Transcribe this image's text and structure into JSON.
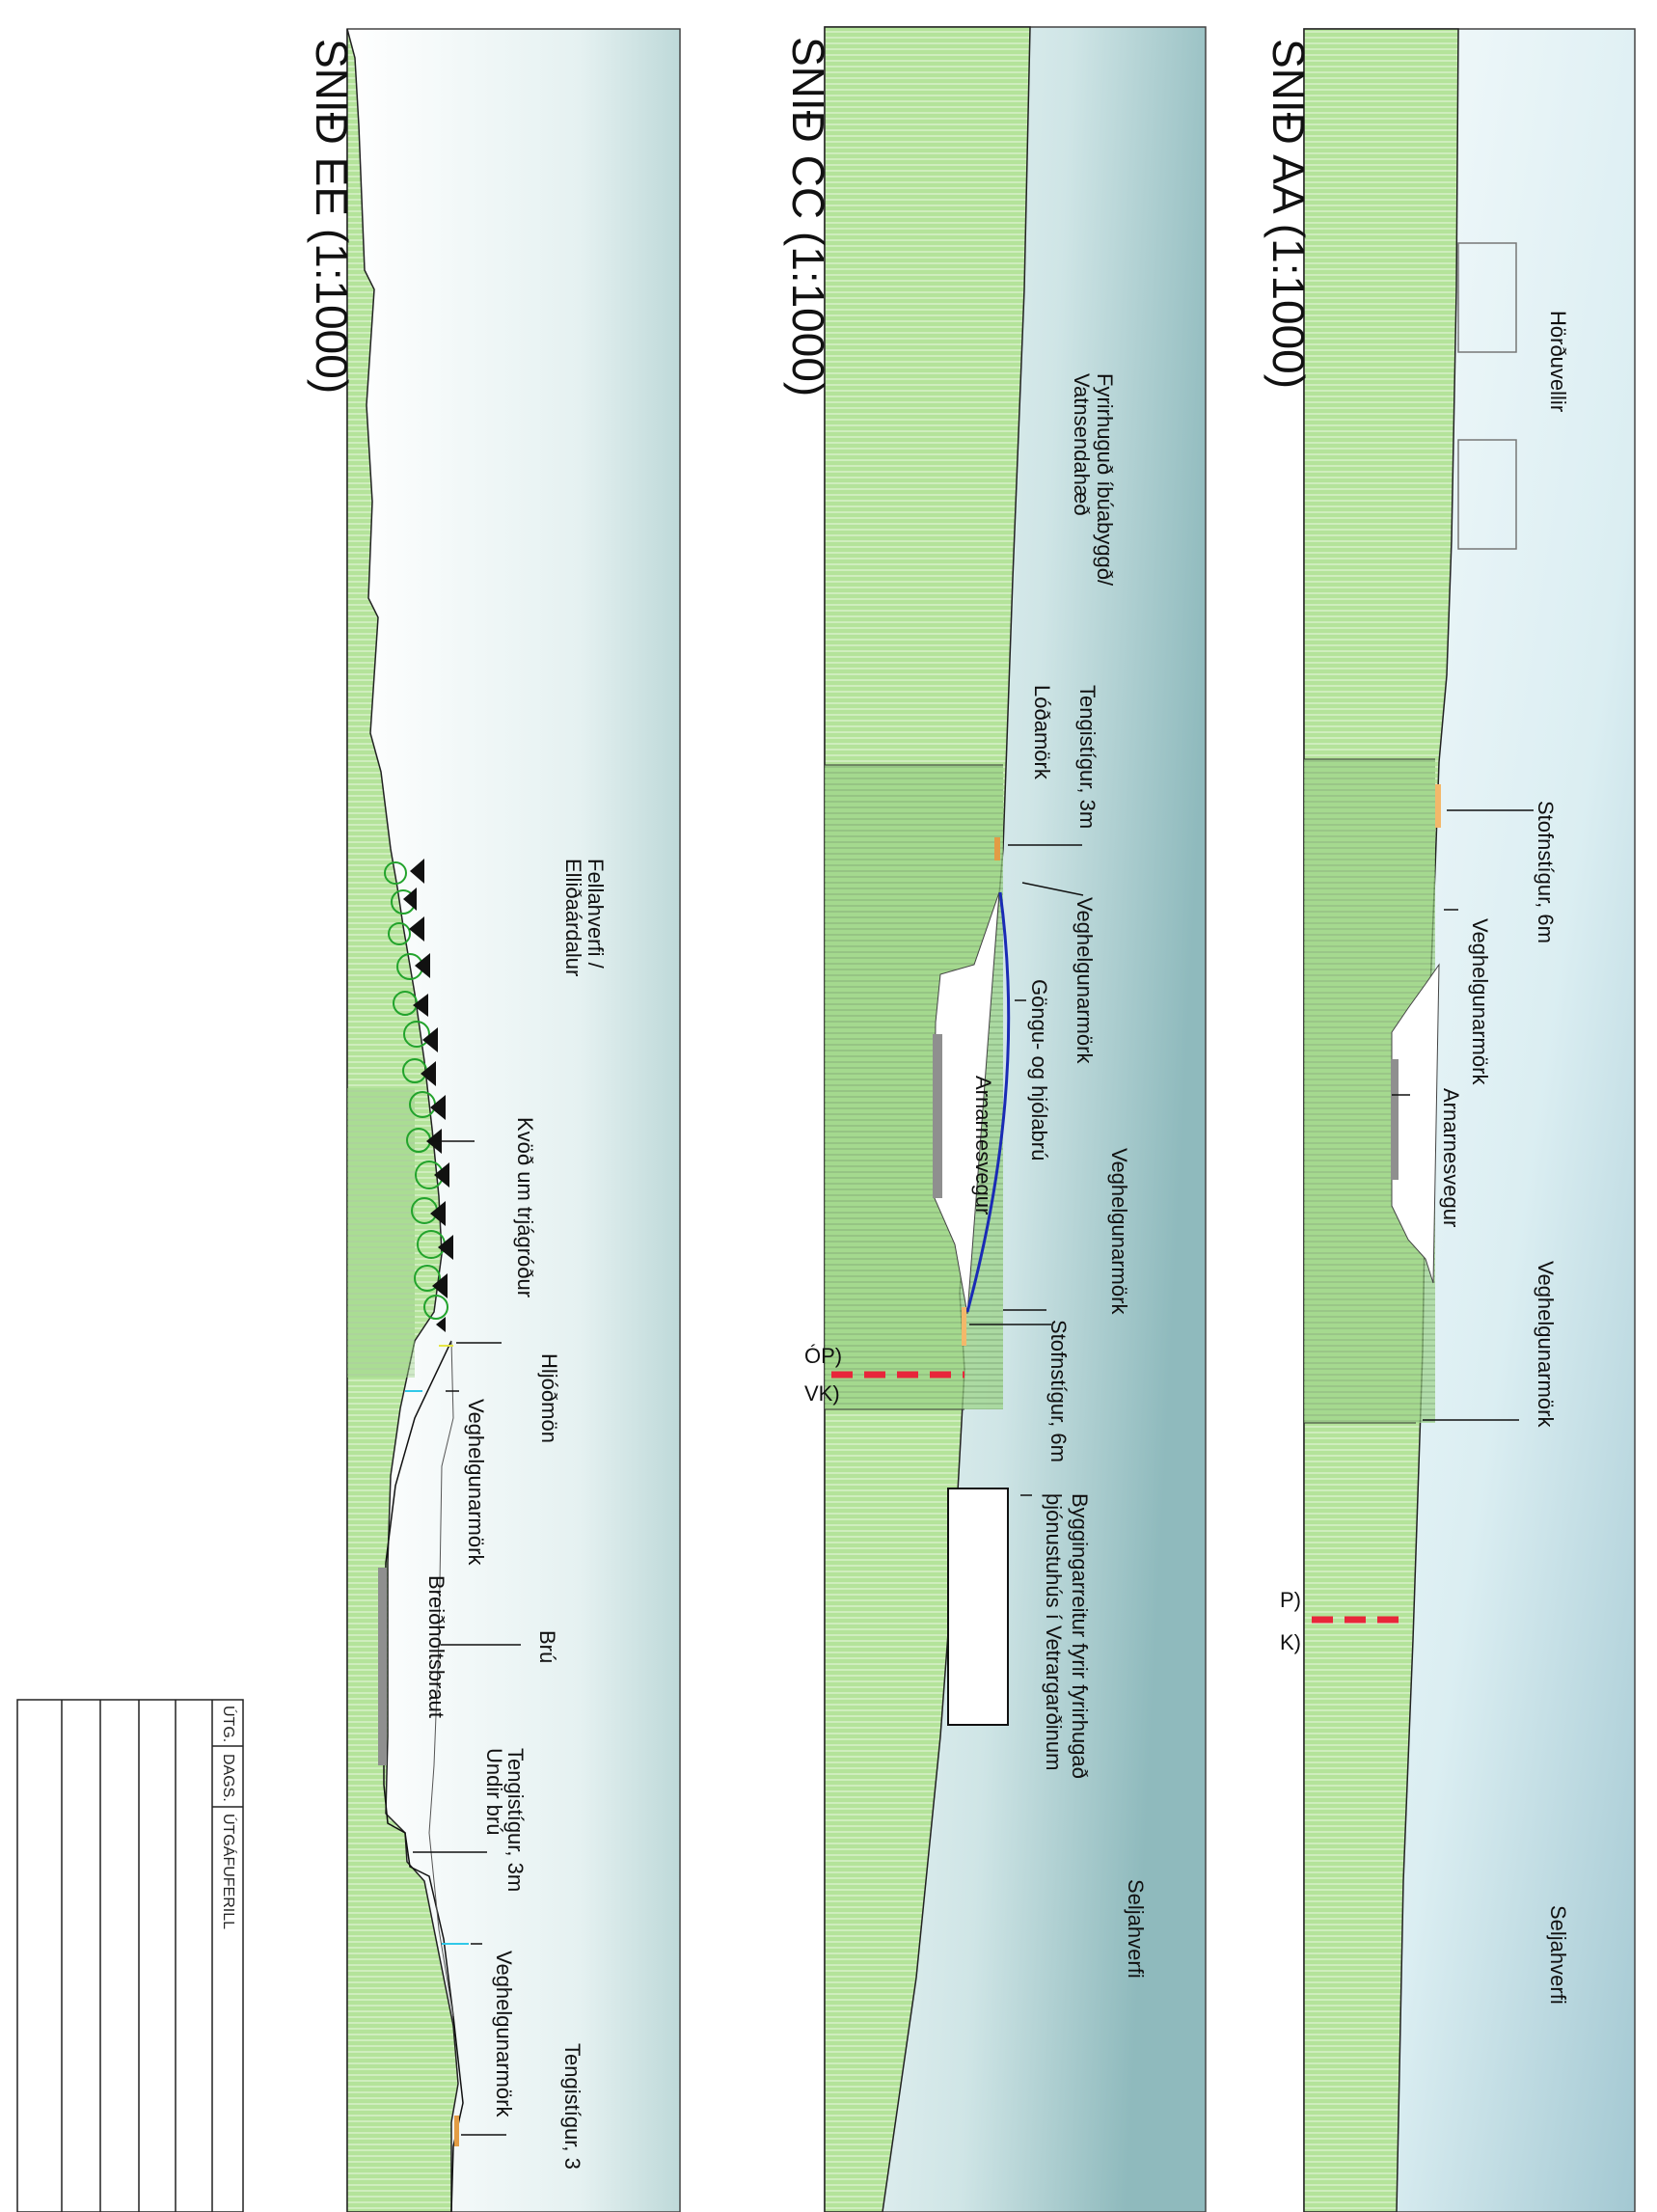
{
  "sections": [
    {
      "id": "aa",
      "title": "SNIÐ  AA  (1:1000)",
      "labels": {
        "hordavellir": "Hörðuvellir",
        "stofnstigur": "Stofnstígur, 6m",
        "veghelgun1": "Veghelgunarmörk",
        "arnarnesvegur": "Arnarnesvegur",
        "veghelgun2": "Veghelgunarmörk",
        "seljahverfi": "Seljahverfi",
        "p": "P)",
        "k": "K)"
      }
    },
    {
      "id": "cc",
      "title": "SNIÐ  CC  (1:1000)",
      "labels": {
        "fyrirhugud1": "Fyrirhuguð íbúabyggð/",
        "fyrirhugud2": "Vatnsendahæð",
        "tengistigur": "Tengistígur, 3m",
        "lodamork": "Lóðamörk",
        "veghelgun1": "Veghelgunarmörk",
        "gongubru": "Göngu- og hjólabrú",
        "arnarnesvegur": "Arnarnesvegur",
        "veghelgun2": "Veghelgunarmörk",
        "stofnstigur": "Stofnstígur, 6m",
        "op": "ÓP)",
        "vk": "VK)",
        "byggingarreitur1": "Byggingarreitur fyrir fyrirhugað",
        "byggingarreitur2": "þjónustuhús í Vetrargarðinum",
        "seljahverfi": "Seljahverfi"
      }
    },
    {
      "id": "ee",
      "title": "SNIÐ EE  (1:1000)",
      "labels": {
        "fellahverfi1": "Fellahverfi /",
        "fellahverfi2": "Elliðaárdalur",
        "kvod": "Kvöð um trjágróður",
        "hljodmon": "Hljóðmön",
        "veghelgun1": "Veghelgunarmörk",
        "bru": "Brú",
        "breidholtsbraut": "Breiðholtsbraut",
        "tengistigur_a": "Tengistígur, 3m",
        "tengistigur_b": "Undir brú",
        "veghelgun2": "Veghelgunarmörk",
        "tengistigur2": "Tengistígur, 3"
      }
    }
  ],
  "revision_table": {
    "col_utg": "ÚTG.",
    "col_dags": "DAGS.",
    "col_ferill": "ÚTGÁFUFERILL"
  },
  "colors": {
    "terrain": "#b6e39a",
    "terrain_line": "#ffffff",
    "cut_fill": "#8fcf7a",
    "sky_top": "#f7fbfc",
    "sky_bottom": "#a9cccf",
    "road": "#8f8f8f",
    "path": "#f0a040",
    "boundary": "#e8263a",
    "bridge": "#1a2bb5",
    "tree_dark": "#111111",
    "tree_light": "#22a32c",
    "cyan": "#30c8e8"
  }
}
